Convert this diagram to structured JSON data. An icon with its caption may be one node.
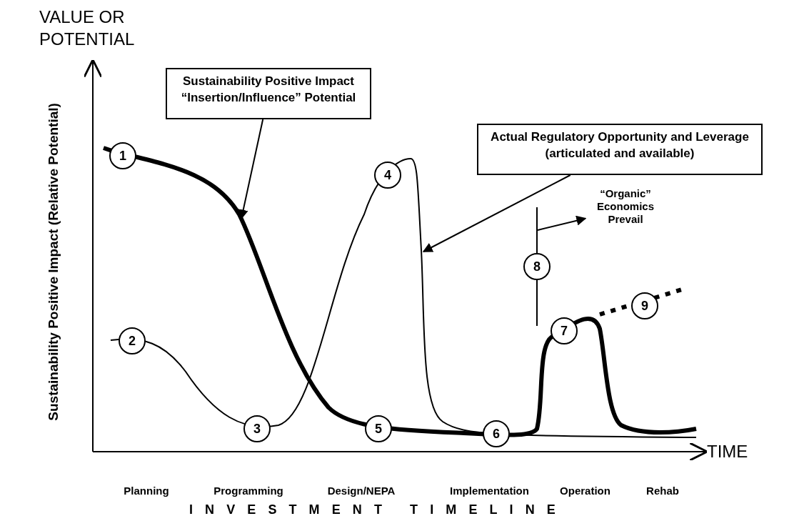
{
  "diagram": {
    "nodes": [
      {
        "text": [
          "Sustainability Positive Impact “Insertion/Influence” Potential"
        ]
      },
      {
        "text": [
          "Actual Regulatory Opportunity and Leverage (articulated and available)"
        ]
      },
      {
        "text": [
          "1"
        ]
      },
      {
        "text": [
          "2"
        ]
      },
      {
        "text": [
          "3"
        ]
      },
      {
        "text": [
          "4"
        ]
      },
      {
        "text": [
          "5"
        ]
      },
      {
        "text": [
          "6"
        ]
      },
      {
        "text": [
          "7"
        ]
      },
      {
        "text": [
          "8"
        ]
      },
      {
        "text": [
          "9"
        ]
      },
      {
        "text": [
          "“Organic” Economics Prevail"
        ]
      }
    ],
    "edges": [
      {
        "from": 0,
        "to": null,
        "arrow": "to"
      },
      {
        "from": 1,
        "to": null,
        "arrow": "to"
      },
      {
        "from": null,
        "to": 11,
        "arrow": "to"
      }
    ],
    "labels": [
      "VALUE OR POTENTIAL",
      "Sustainability Positive Impact (Relative Potential)",
      "TIME",
      "Planning",
      "Programming",
      "Design/NEPA",
      "Implementation",
      "Operation",
      "Rehab",
      "INVESTMENT TIMELINE"
    ]
  }
}
